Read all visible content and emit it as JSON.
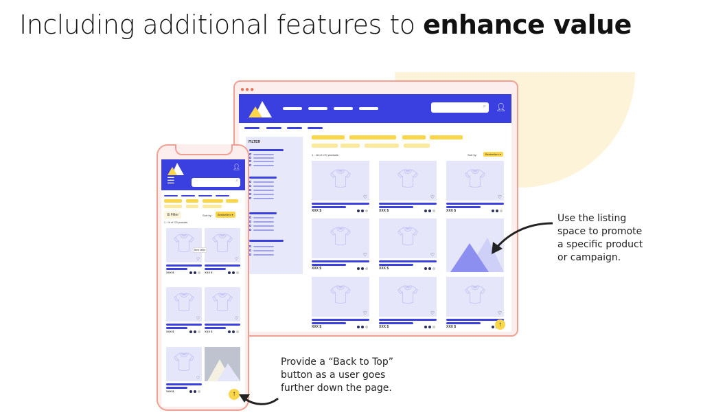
{
  "slide": {
    "title_regular": "Including additional features to ",
    "title_bold": "enhance value"
  },
  "desktop": {
    "filter_label": "FILTER",
    "results_text": "1 - 16 of 170 products",
    "sort_label": "Sort by:",
    "sort_value": "Bestsellers",
    "price_label": "XXX $",
    "back_to_top": "↑"
  },
  "mobile": {
    "filter_button": "Filter",
    "sort_label": "Sort by:",
    "sort_value": "Bestsellers",
    "results_text": "1 - 16 of 170 products",
    "price_label": "XXX $",
    "tooltip": "Best seller",
    "back_to_top": "↑"
  },
  "annotations": {
    "promo": [
      "Use the listing",
      "space to promote",
      "a specific product",
      "or campaign."
    ],
    "back_to_top": [
      "Provide a “Back to Top”",
      "button as a user goes",
      "further down the page."
    ]
  },
  "colors": {
    "brand_blue": "#3a3fe0",
    "accent_yellow": "#fbd54a",
    "tile": "#e6e6fb",
    "frame": "#f0a092"
  }
}
